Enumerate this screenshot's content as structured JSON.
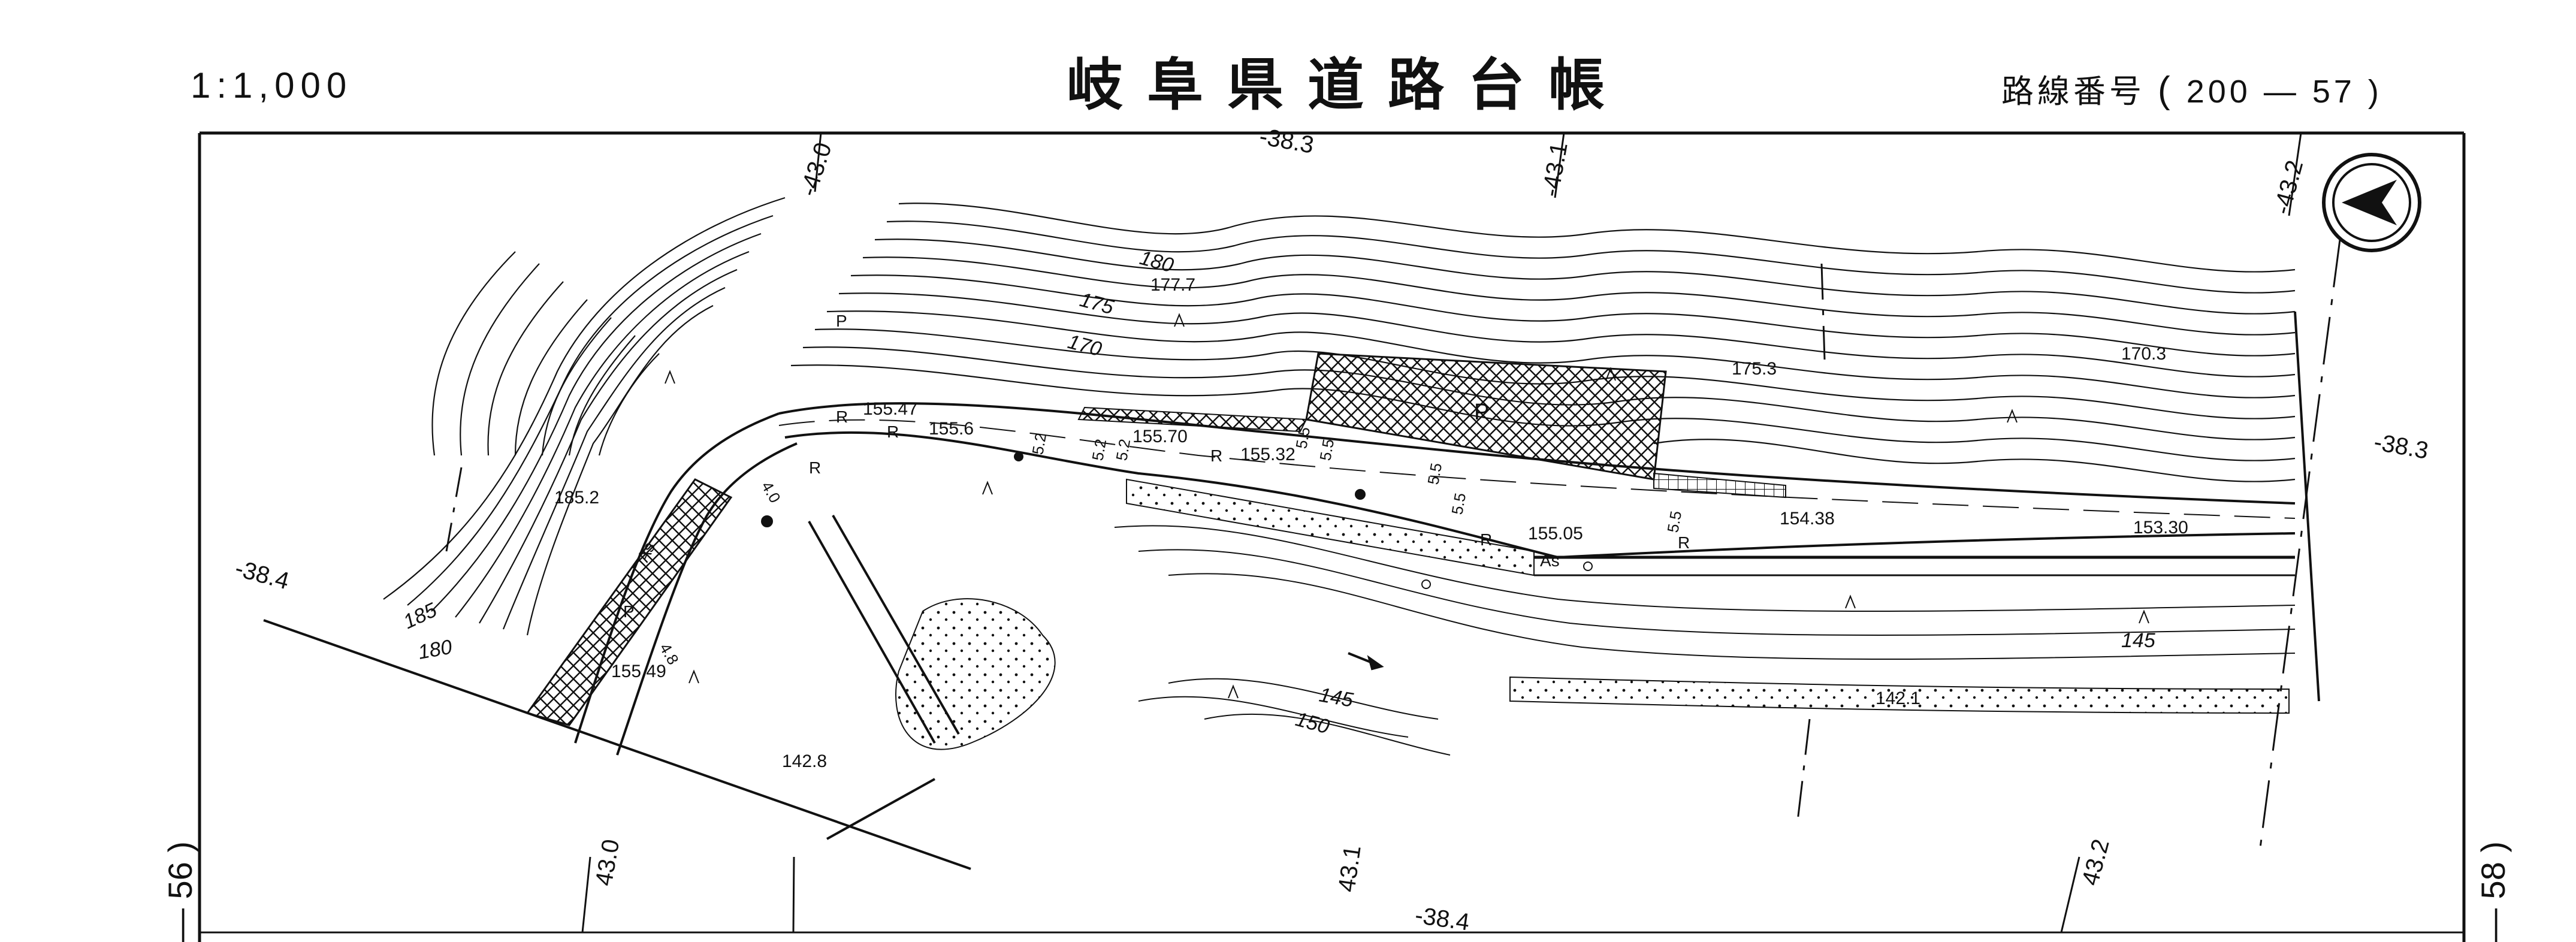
{
  "header": {
    "scale": "1:1,000",
    "title": "岐阜県道路台帳",
    "route_label": "路線番号",
    "route_number": "200",
    "route_dash": "—",
    "route_sheet": "57",
    "open_paren": "(",
    "close_paren": ")"
  },
  "adjacent_sheets": {
    "left": "— 56 )",
    "right": "— 58 )"
  },
  "grid_labels": {
    "top_1": "-38.3",
    "bottom_1": "-38.4",
    "left_mid": "-38.4",
    "right_mid": "-38.3",
    "v_43_0_top": "-43.0",
    "v_43_1_top": "-43.1",
    "v_43_2_top": "-43.2",
    "v_43_0_bottom": "43.0",
    "v_43_1_bottom": "43.1",
    "v_43_2_bottom": "43.2"
  },
  "contours": {
    "c180": "180",
    "c175": "175",
    "c170": "170",
    "c185": "185",
    "c180b": "180",
    "c145": "145",
    "c150": "150",
    "c145b": "145"
  },
  "spot_heights": {
    "h177_7": "177.7",
    "h175_3": "175.3",
    "h170_3": "170.3",
    "h185_2": "185.2",
    "h155_47": "155.47",
    "h155_6": "155.6",
    "h155_70": "155.70",
    "h155_32": "155.32",
    "h155_05": "155.05",
    "h154_38": "154.38",
    "h153_30": "153.30",
    "h155_49": "155.49",
    "h142_8": "142.8",
    "h142_1": "142.1"
  },
  "widths": {
    "w1": "5.2",
    "w2": "5.2",
    "w3": "5.2",
    "w4": "5.5",
    "w5": "5.5",
    "w6": "5.5",
    "w7": "5.5",
    "w8": "5.5",
    "w9": "4.0",
    "w10": "4.8"
  },
  "road_marks": {
    "r1": "R",
    "r2": "R",
    "r3": "R",
    "r4": "R",
    "r5": "R",
    "r6": "R",
    "as1": "As",
    "as2": "As",
    "p1": "P",
    "p2": "P",
    "p3": "P"
  }
}
